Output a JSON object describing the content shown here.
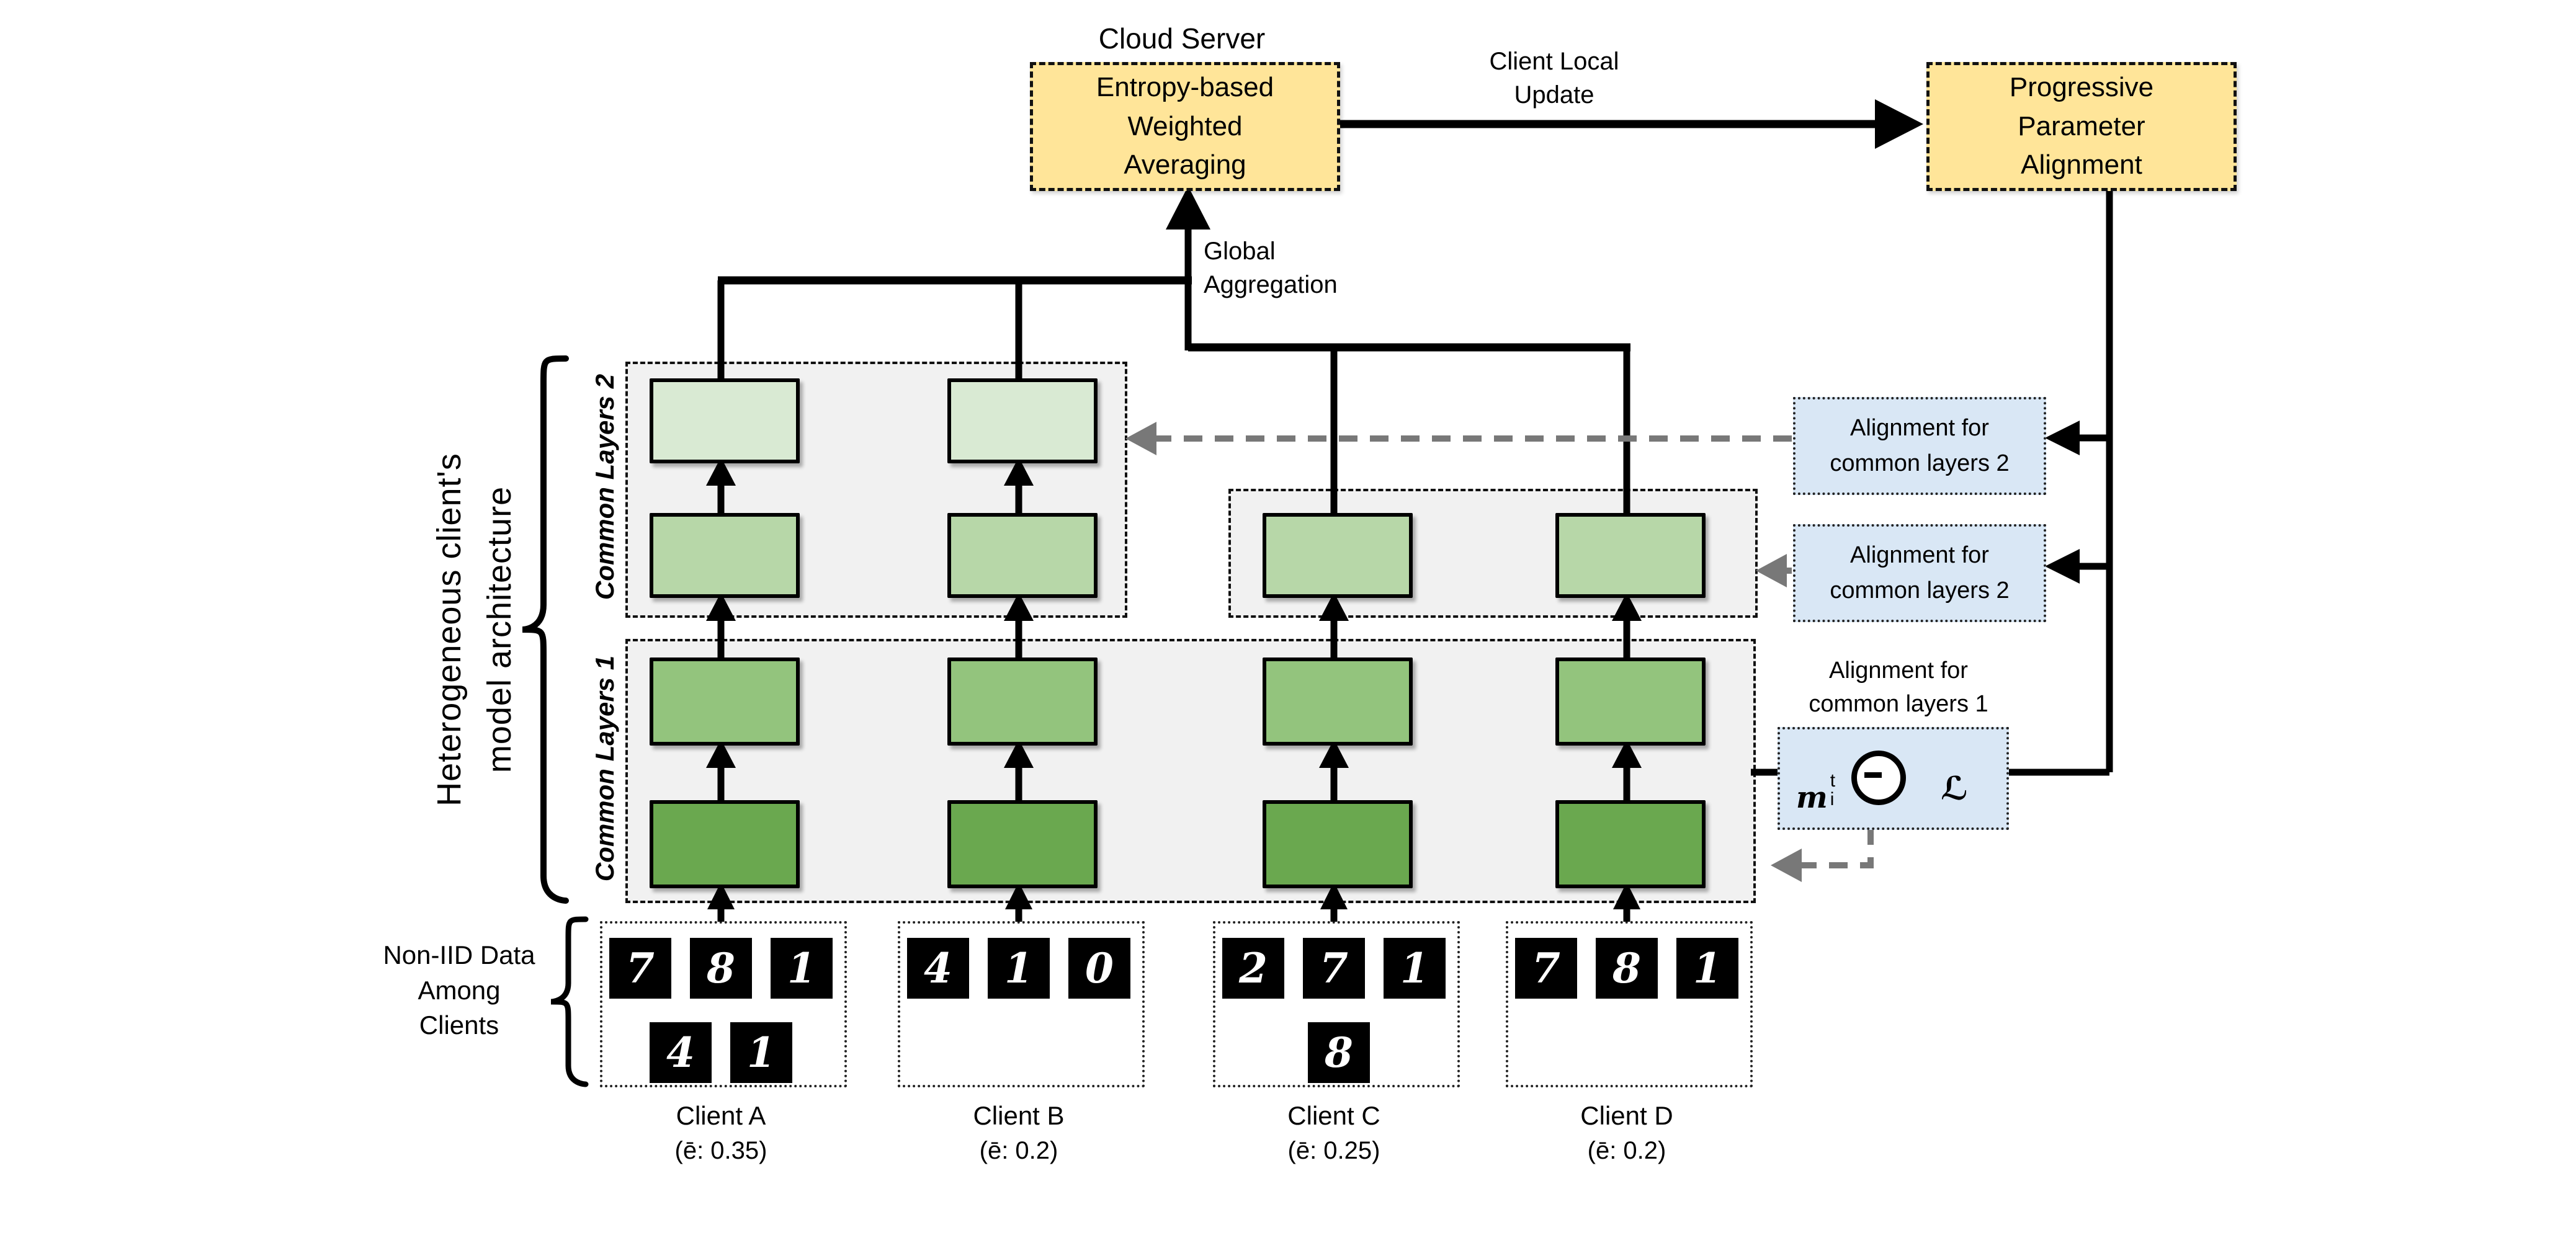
{
  "title": "Cloud Server",
  "server": {
    "entropy_box": "Entropy-based\nWeighted\nAveraging",
    "progressive_box": "Progressive\nParameter\nAlignment",
    "client_local_update": "Client Local\nUpdate",
    "global_aggregation": "Global\nAggregation"
  },
  "left_labels": {
    "architecture": "Heterogeneous client's\nmodel architecture",
    "common_layers_2": "Common Layers 2",
    "common_layers_1": "Common Layers 1",
    "non_iid": "Non-IID Data\nAmong\nClients"
  },
  "alignment": {
    "box_top": "Alignment for\ncommon layers 2",
    "box_bottom": "Alignment for\ncommon layers 2",
    "label_layers1": "Alignment for\ncommon layers 1",
    "m_base": "m",
    "m_sup": "t",
    "m_sub": "i",
    "loss_symbol": "ℒ"
  },
  "clients": [
    {
      "name": "Client A",
      "entropy": "(ē: 0.35)",
      "digits_row1": [
        "7",
        "8",
        "1"
      ],
      "digits_row2": [
        "4",
        "1"
      ]
    },
    {
      "name": "Client B",
      "entropy": "(ē: 0.2)",
      "digits_row1": [
        "4",
        "1",
        "0"
      ],
      "digits_row2": []
    },
    {
      "name": "Client C",
      "entropy": "(ē: 0.25)",
      "digits_row1": [
        "2",
        "7",
        "1"
      ],
      "digits_row2": [
        "8"
      ]
    },
    {
      "name": "Client D",
      "entropy": "(ē: 0.2)",
      "digits_row1": [
        "7",
        "8",
        "1"
      ],
      "digits_row2": []
    }
  ],
  "colors": {
    "server_box_fill": "#ffe599",
    "alignment_box_fill": "#d9e7f5",
    "region_fill": "#f1f1f1",
    "layer_green_1": "#d9ead3",
    "layer_green_2": "#b7d7a8",
    "layer_green_3": "#93c47d",
    "layer_green_4": "#6aa84f",
    "dashed_arrow_gray": "#787878",
    "line_black": "#000000"
  }
}
